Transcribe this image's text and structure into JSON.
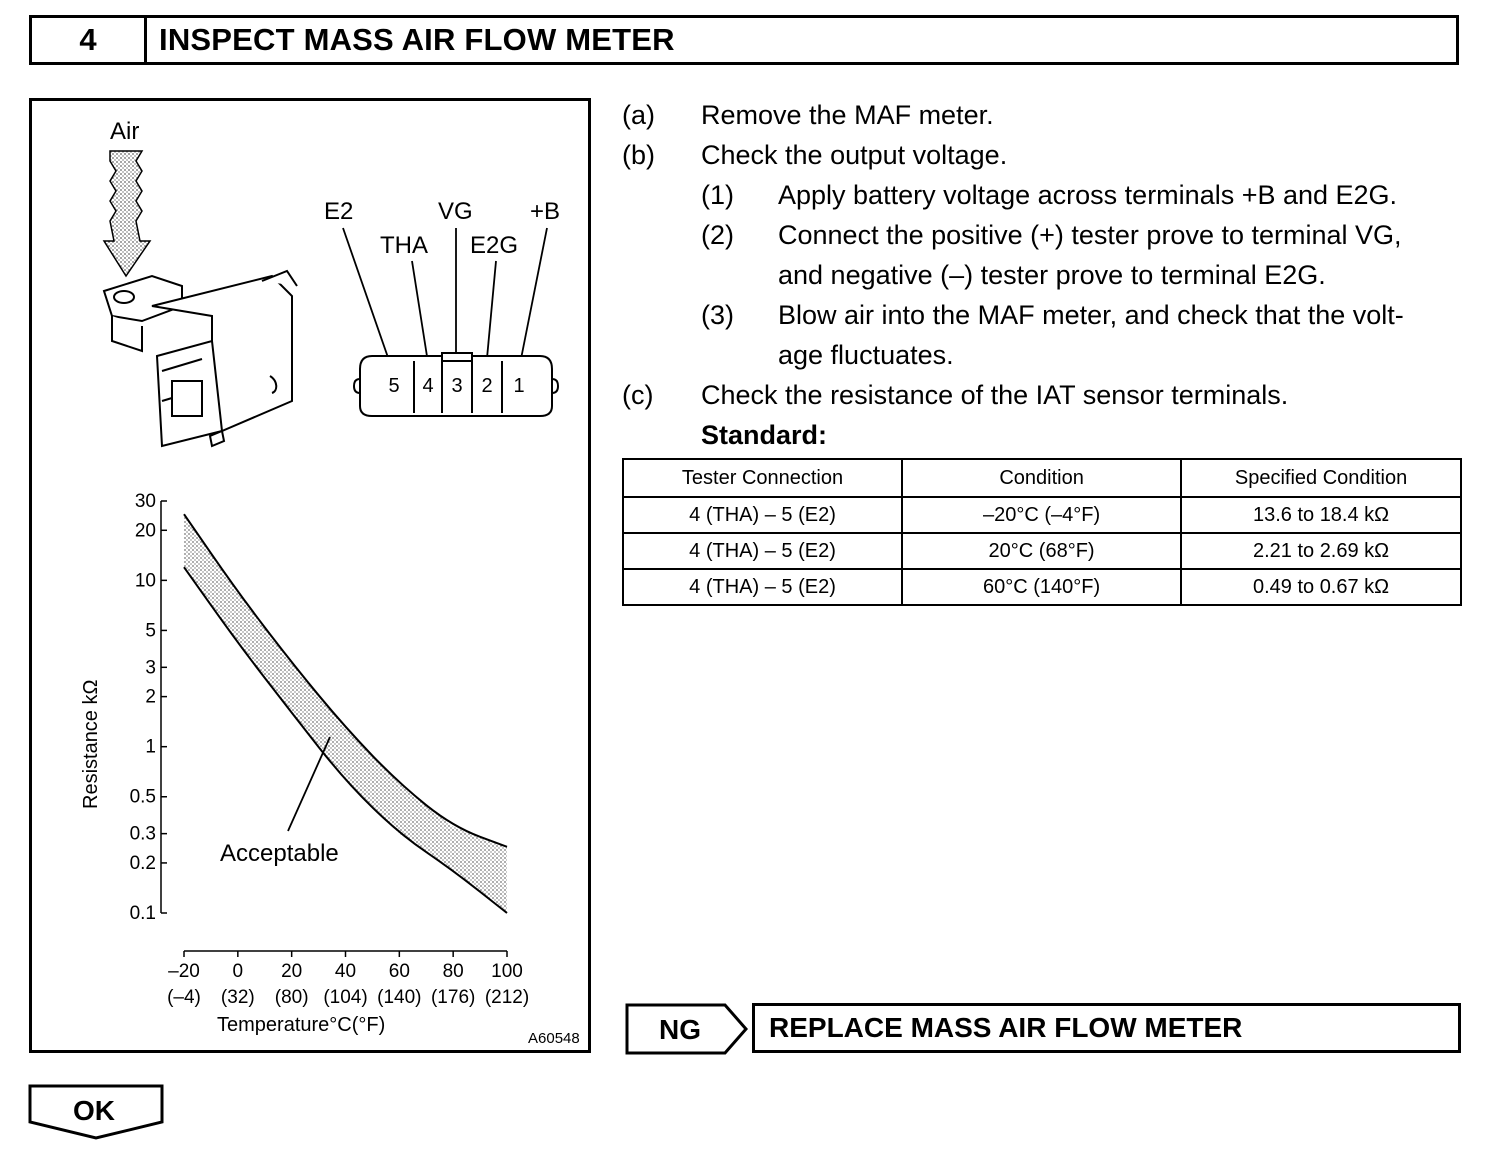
{
  "header": {
    "step_number": "4",
    "title": "INSPECT MASS AIR FLOW METER"
  },
  "figure": {
    "air_label": "Air",
    "terminal_names": [
      "E2",
      "THA",
      "VG",
      "E2G",
      "+B"
    ],
    "connector_pins": [
      "5",
      "4",
      "3",
      "2",
      "1"
    ],
    "figure_id": "A60548",
    "chart_data": {
      "type": "area",
      "title": "",
      "xlabel": "Temperature°C(°F)",
      "ylabel": "Resistance kΩ",
      "x_ticks": [
        "–20",
        "0",
        "20",
        "40",
        "60",
        "80",
        "100"
      ],
      "x_ticks_f": [
        "(–4)",
        "(32)",
        "(80)",
        "(104)",
        "(140)",
        "(176)",
        "(212)"
      ],
      "y_ticks": [
        "30",
        "20",
        "10",
        "5",
        "3",
        "2",
        "1",
        "0.5",
        "0.3",
        "0.2",
        "0.1"
      ],
      "y_scale": "log",
      "xlim": [
        -20,
        100
      ],
      "ylim": [
        0.1,
        30
      ],
      "annotation": "Acceptable",
      "series": [
        {
          "x": [
            -20,
            0,
            20,
            40,
            60,
            80,
            100
          ],
          "values": [
            25,
            8.5,
            3.2,
            1.3,
            0.6,
            0.33,
            0.25
          ]
        },
        {
          "x": [
            -20,
            0,
            20,
            40,
            60,
            80,
            100
          ],
          "values": [
            12,
            4.2,
            1.6,
            0.62,
            0.3,
            0.18,
            0.1
          ]
        }
      ]
    }
  },
  "steps": [
    {
      "label": "(a)",
      "text": "Remove the MAF meter."
    },
    {
      "label": "(b)",
      "text": "Check the output voltage."
    },
    {
      "label": "(1)",
      "text": "Apply battery voltage across terminals +B and E2G."
    },
    {
      "label": "(2)",
      "text": "Connect the positive (+) tester prove to terminal VG,"
    },
    {
      "label": "",
      "text": "and negative (–) tester prove to terminal E2G."
    },
    {
      "label": "(3)",
      "text": "Blow air into the MAF meter, and check that the volt-"
    },
    {
      "label": "",
      "text": "age fluctuates."
    },
    {
      "label": "(c)",
      "text": "Check the resistance of the IAT sensor terminals."
    },
    {
      "label": "",
      "text": "Standard:"
    }
  ],
  "table": {
    "headers": [
      "Tester Connection",
      "Condition",
      "Specified Condition"
    ],
    "rows": [
      [
        "4 (THA) – 5 (E2)",
        "–20°C (–4°F)",
        "13.6 to 18.4 kΩ"
      ],
      [
        "4 (THA) – 5 (E2)",
        "20°C (68°F)",
        "2.21 to 2.69 kΩ"
      ],
      [
        "4 (THA) – 5 (E2)",
        "60°C (140°F)",
        "0.49 to 0.67 kΩ"
      ]
    ]
  },
  "ng": {
    "label": "NG",
    "action": "REPLACE MASS AIR FLOW METER"
  },
  "ok": {
    "label": "OK"
  }
}
